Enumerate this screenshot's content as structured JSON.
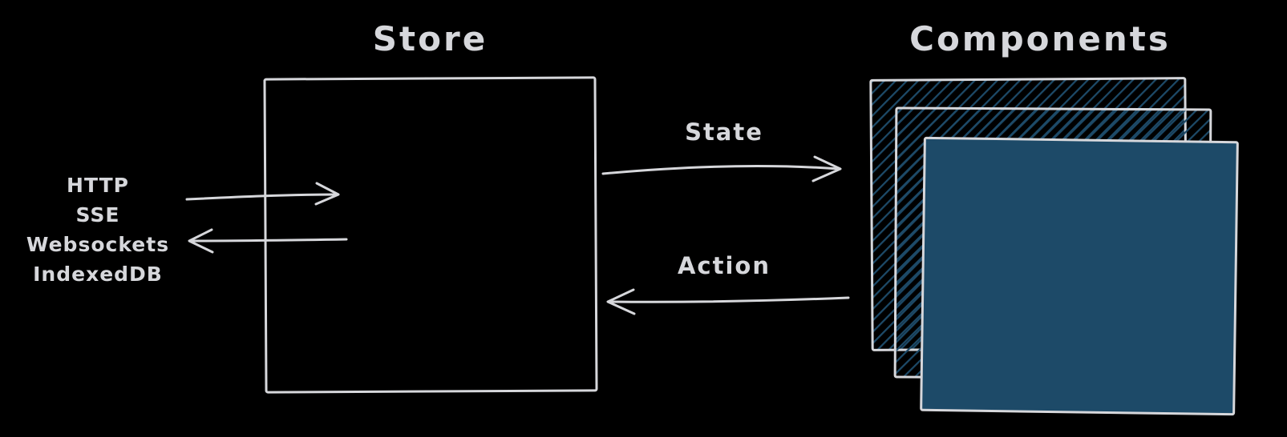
{
  "diagram": {
    "store": {
      "title": "Store"
    },
    "components": {
      "title": "Components",
      "card_count": 3,
      "back_cards_style": "diagonal-hatch",
      "front_card_style": "solid"
    },
    "sources": {
      "items": [
        "HTTP",
        "SSE",
        "Websockets",
        "IndexedDB"
      ]
    },
    "arrows": {
      "state_label": "State",
      "action_label": "Action",
      "state_direction": "store-to-components",
      "action_direction": "components-to-store",
      "source_in_direction": "sources-to-store",
      "source_out_direction": "store-to-sources"
    },
    "colors": {
      "background": "#000000",
      "stroke": "#d6d7db",
      "text": "#d6d7db",
      "component_fill": "#1d4a68"
    }
  }
}
